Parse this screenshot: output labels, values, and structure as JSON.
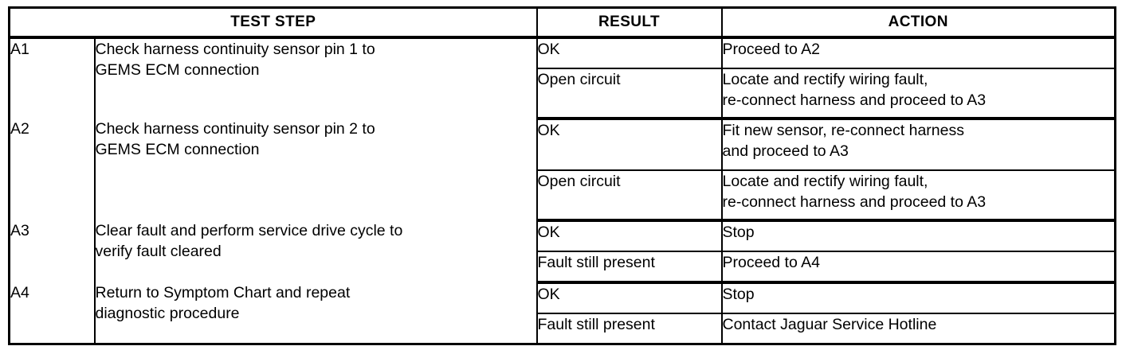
{
  "document": {
    "type": "diagnostic-test-step-table",
    "ink_color": "#000000",
    "paper_color": "#ffffff"
  },
  "table": {
    "headers": {
      "test_step": "TEST STEP",
      "result": "RESULT",
      "action": "ACTION"
    },
    "steps": [
      {
        "id": "A1",
        "description": "Check harness continuity sensor pin 1 to\nGEMS ECM connection",
        "outcomes": [
          {
            "result": "OK",
            "action": "Proceed to A2"
          },
          {
            "result": "Open circuit",
            "action": "Locate and rectify wiring fault,\nre-connect harness and proceed to A3"
          }
        ]
      },
      {
        "id": "A2",
        "description": "Check harness continuity sensor pin 2 to\nGEMS ECM connection",
        "outcomes": [
          {
            "result": "OK",
            "action": "Fit new sensor, re-connect harness\nand proceed to A3"
          },
          {
            "result": "Open circuit",
            "action": "Locate and rectify wiring fault,\nre-connect harness and proceed to A3"
          }
        ]
      },
      {
        "id": "A3",
        "description": "Clear fault and perform service drive cycle to\nverify fault cleared",
        "outcomes": [
          {
            "result": "OK",
            "action": "Stop"
          },
          {
            "result": "Fault still present",
            "action": "Proceed to A4"
          }
        ]
      },
      {
        "id": "A4",
        "description": "Return to Symptom Chart and repeat\ndiagnostic procedure",
        "outcomes": [
          {
            "result": "OK",
            "action": "Stop"
          },
          {
            "result": "Fault still present",
            "action": "Contact Jaguar Service Hotline"
          }
        ]
      }
    ]
  }
}
